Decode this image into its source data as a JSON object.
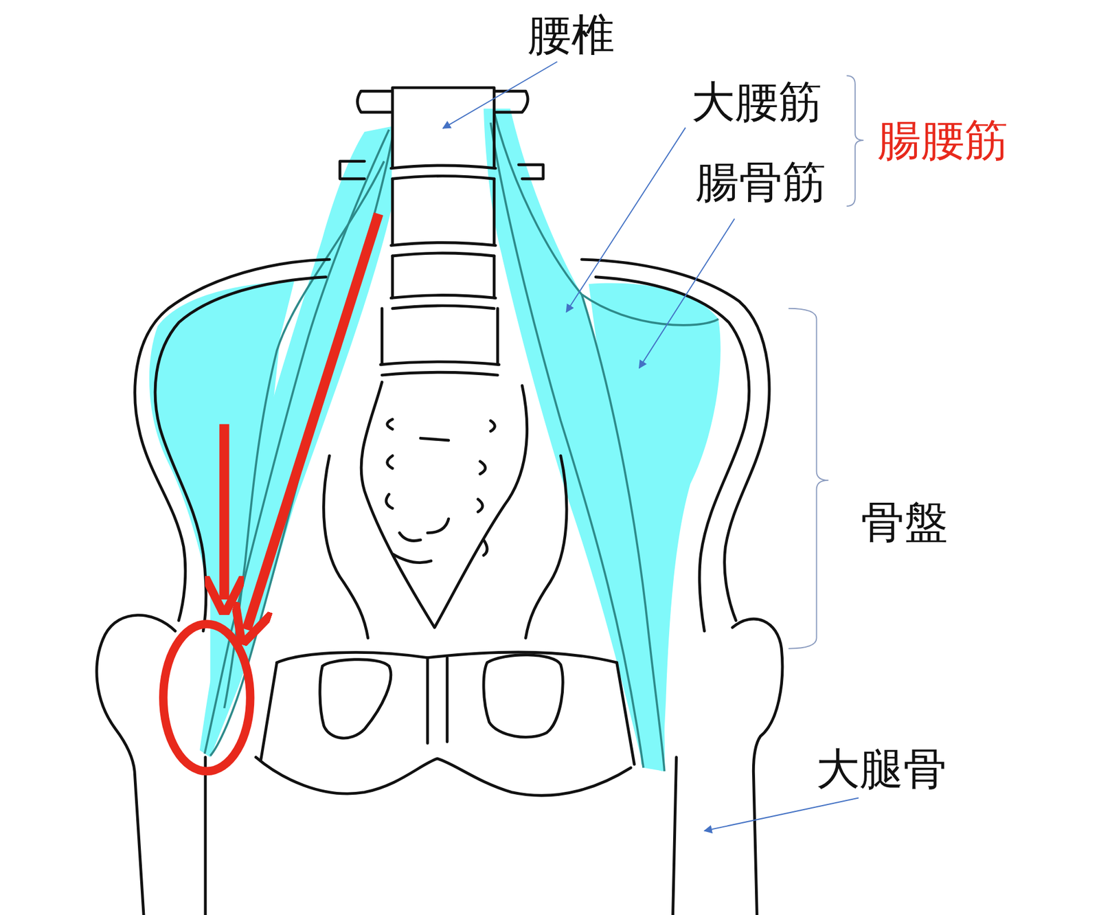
{
  "diagram": {
    "labels": [
      "腰椎",
      "大腰筋",
      "腸骨筋",
      "腸腰筋",
      "骨盤",
      "大腿骨"
    ]
  }
}
